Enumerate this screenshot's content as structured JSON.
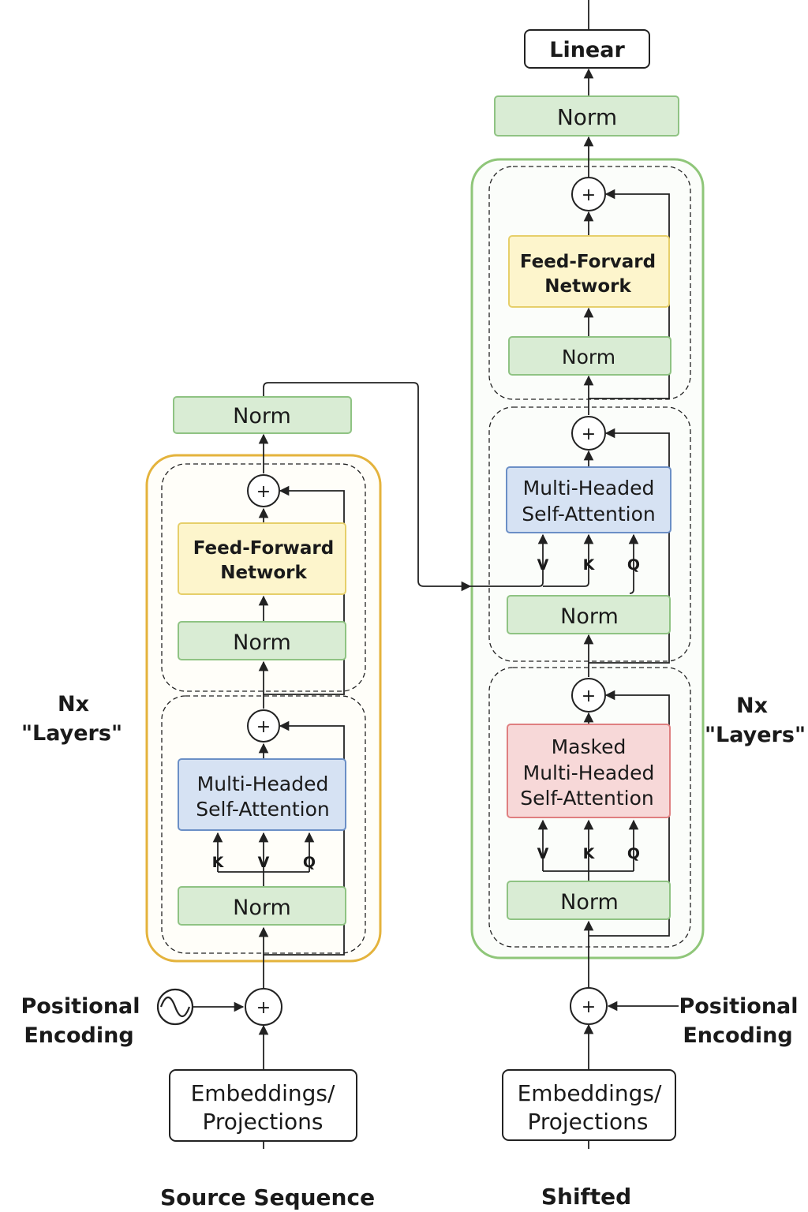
{
  "encoder": {
    "final_norm": "Norm",
    "repeat_label": [
      "Nx",
      "\"Layers\""
    ],
    "ffn_label": [
      "Feed-Forward",
      "Network"
    ],
    "ffn_norm": "Norm",
    "attention_label": [
      "Multi-Headed",
      "Self-Attention"
    ],
    "attention_inputs": [
      "K",
      "V",
      "Q"
    ],
    "attention_norm": "Norm",
    "positional_encoding": [
      "Positional",
      "Encoding"
    ],
    "embeddings_label": [
      "Embeddings/",
      "Projections"
    ],
    "input_label": "Source Sequence"
  },
  "decoder": {
    "output_label": "Linear",
    "final_norm": "Norm",
    "repeat_label": [
      "Nx",
      "\"Layers\""
    ],
    "ffn_label": [
      "Feed-Forvard",
      "Network"
    ],
    "ffn_norm": "Norm",
    "cross_attention_label": [
      "Multi-Headed",
      "Self-Attention"
    ],
    "cross_attention_inputs": [
      "V",
      "K",
      "Q"
    ],
    "cross_attention_norm": "Norm",
    "masked_attention_label": [
      "Masked",
      "Multi-Headed",
      "Self-Attention"
    ],
    "masked_attention_inputs": [
      "V",
      "K",
      "Q"
    ],
    "masked_attention_norm": "Norm",
    "positional_encoding": [
      "Positional",
      "Encoding"
    ],
    "embeddings_label": [
      "Embeddings/",
      "Projections"
    ],
    "input_label": "Shifted"
  },
  "adder_symbol": "+",
  "colors": {
    "norm_fill": "#d9ecd4",
    "norm_stroke": "#8fc383",
    "ffn_fill": "#fdf5cc",
    "ffn_stroke": "#e6cf6a",
    "attn_fill": "#d6e2f3",
    "attn_stroke": "#6b8fc6",
    "masked_fill": "#f7d8d8",
    "masked_stroke": "#df7f80",
    "encoder_border": "#e4b33c",
    "decoder_border": "#8fc679",
    "line": "#222222"
  }
}
